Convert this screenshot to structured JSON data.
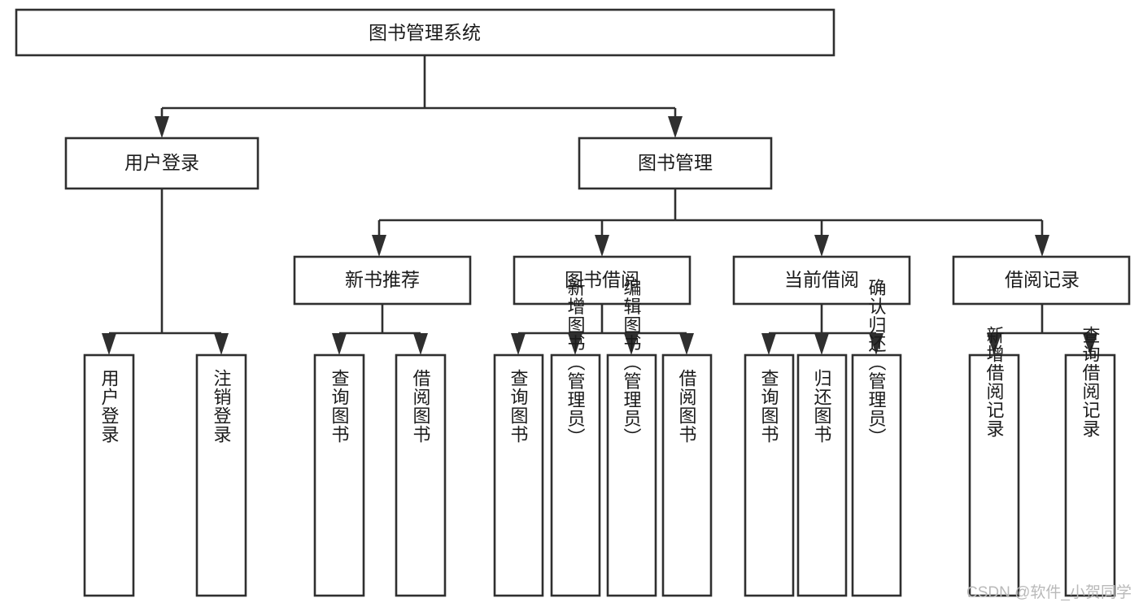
{
  "diagram": {
    "type": "tree-hierarchy-chart",
    "title": "图书管理系统",
    "style": {
      "box_fill": "#ffffff",
      "box_stroke": "#2f2f2f",
      "text_color": "#1b1b1b",
      "background": "#ffffff"
    },
    "levels": {
      "level1": [
        {
          "id": "root",
          "label": "图书管理系统"
        }
      ],
      "level2": [
        {
          "id": "user-login",
          "label": "用户登录",
          "parent": "root"
        },
        {
          "id": "book-manage",
          "label": "图书管理",
          "parent": "root"
        }
      ],
      "level3": [
        {
          "id": "new-book-rec",
          "label": "新书推荐",
          "parent": "book-manage"
        },
        {
          "id": "book-borrow",
          "label": "图书借阅",
          "parent": "book-manage"
        },
        {
          "id": "current-borrow",
          "label": "当前借阅",
          "parent": "book-manage"
        },
        {
          "id": "borrow-record",
          "label": "借阅记录",
          "parent": "book-manage"
        }
      ],
      "leaves": [
        {
          "id": "leaf-user-login",
          "label": "用户登录",
          "parent": "user-login"
        },
        {
          "id": "leaf-logout",
          "label": "注销登录",
          "parent": "user-login"
        },
        {
          "id": "leaf-query-book-1",
          "label": "查询图书",
          "parent": "new-book-rec"
        },
        {
          "id": "leaf-borrow-book-1",
          "label": "借阅图书",
          "parent": "new-book-rec"
        },
        {
          "id": "leaf-query-book-2",
          "label": "查询图书",
          "parent": "book-borrow"
        },
        {
          "id": "leaf-add-book",
          "label": "新增图书（管理员）",
          "parent": "book-borrow"
        },
        {
          "id": "leaf-edit-book",
          "label": "编辑图书（管理员）",
          "parent": "book-borrow"
        },
        {
          "id": "leaf-borrow-book-2",
          "label": "借阅图书",
          "parent": "book-borrow"
        },
        {
          "id": "leaf-query-book-3",
          "label": "查询图书",
          "parent": "current-borrow"
        },
        {
          "id": "leaf-return-book",
          "label": "归还图书",
          "parent": "current-borrow"
        },
        {
          "id": "leaf-confirm-return",
          "label": "确认归还（管理员）",
          "parent": "current-borrow"
        },
        {
          "id": "leaf-add-record",
          "label": "新增借阅记录",
          "parent": "borrow-record"
        },
        {
          "id": "leaf-query-record",
          "label": "查询借阅记录",
          "parent": "borrow-record"
        }
      ]
    }
  },
  "watermark": {
    "text": "CSDN @软件_小贺同学"
  }
}
